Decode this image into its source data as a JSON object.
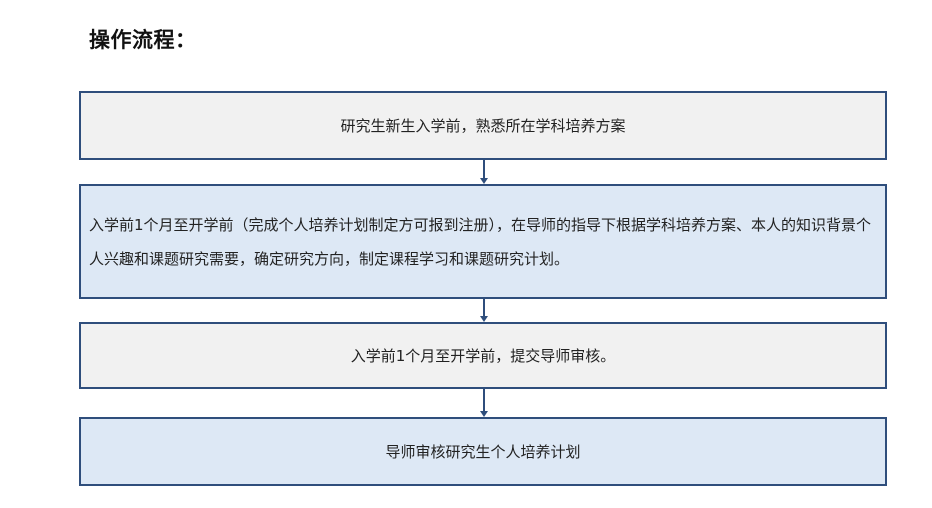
{
  "title": "操作流程：",
  "steps": [
    {
      "text": "研究生新生入学前，熟悉所在学科培养方案"
    },
    {
      "text": "入学前1个月至开学前（完成个人培养计划制定方可报到注册），在导师的指导下根据学科培养方案、本人的知识背景个人兴趣和课题研究需要，确定研究方向，制定课程学习和课题研究计划。"
    },
    {
      "text": "入学前1个月至开学前，提交导师审核。"
    },
    {
      "text": "导师审核研究生个人培养计划"
    }
  ],
  "colors": {
    "border": "#2f4e7c",
    "gray_fill": "#f1f1f1",
    "blue_fill": "#dde8f5",
    "arrow": "#2f4e7c"
  }
}
